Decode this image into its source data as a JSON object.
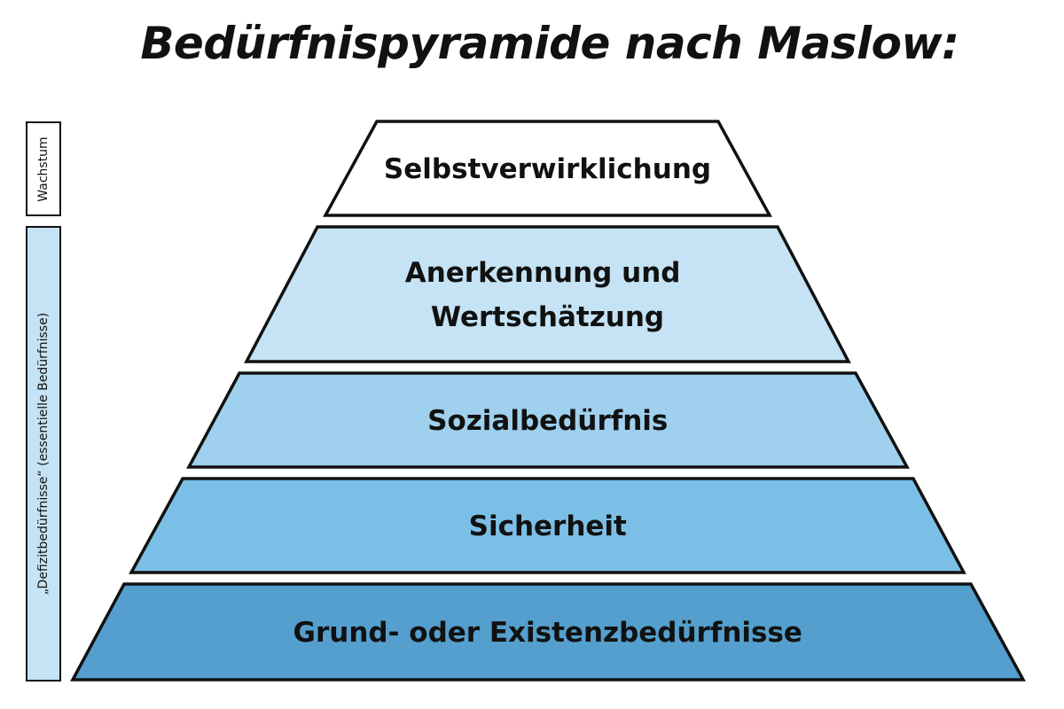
{
  "title": "Bedürfnispyramide nach Maslow:",
  "side_labels": {
    "growth": "Wachstum",
    "deficit": "„Defizitbedürfnisse“ (essentielle Bedürfnisse)"
  },
  "levels": [
    {
      "lines": [
        "Selbstverwirklichung"
      ],
      "color": "#ffffff"
    },
    {
      "lines": [
        "Anerkennung und",
        "Wertschätzung"
      ],
      "color": "#c5e3f4"
    },
    {
      "lines": [
        "Sozialbedürfnis"
      ],
      "color": "#9fd0ee"
    },
    {
      "lines": [
        "Sicherheit"
      ],
      "color": "#7bbfe6"
    },
    {
      "lines": [
        "Grund- oder Existenzbedürfnisse"
      ],
      "color": "#549fcd"
    }
  ],
  "colors": {
    "deficit_box": "#c5e3f4",
    "stroke": "#111111"
  }
}
